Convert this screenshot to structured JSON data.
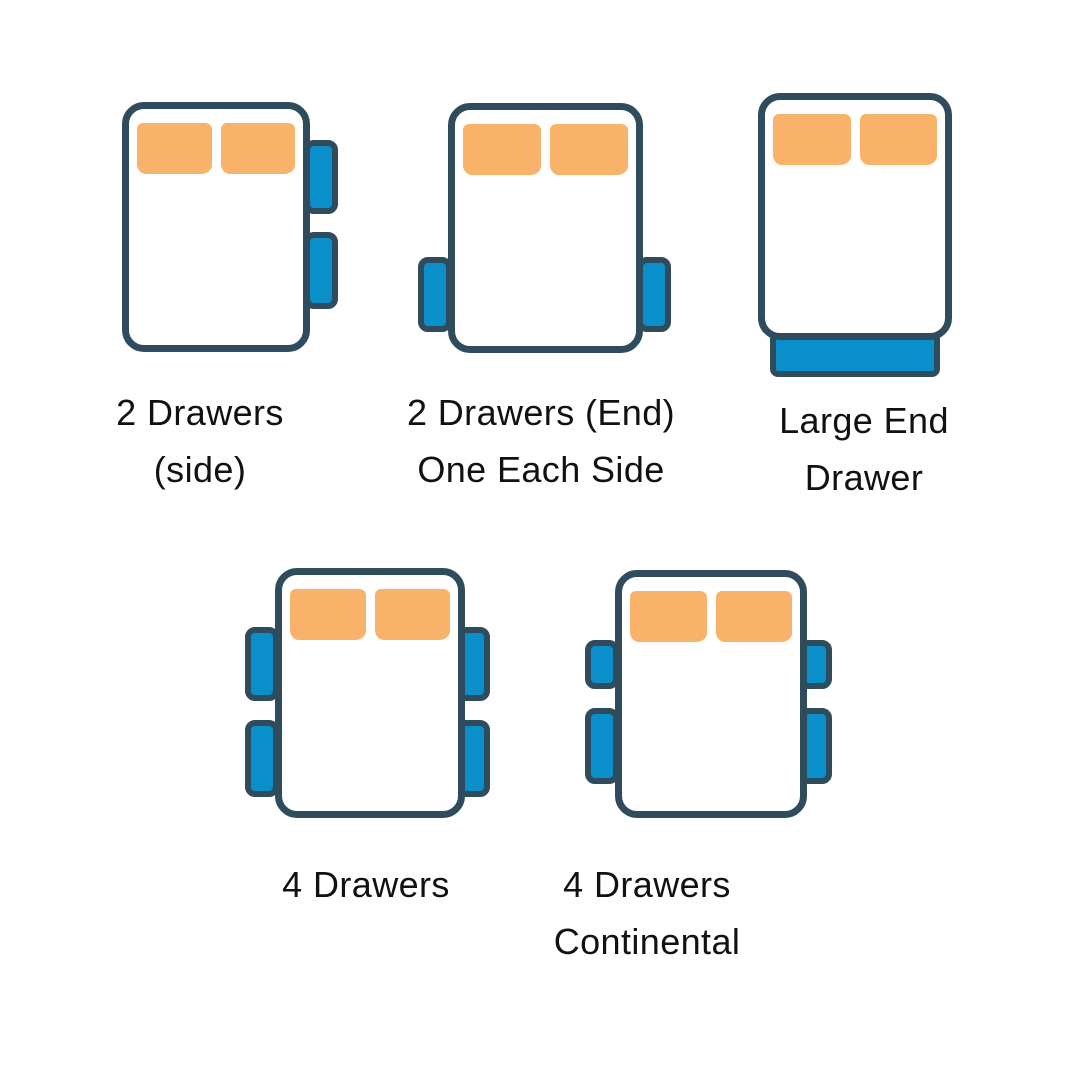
{
  "colors": {
    "outline": "#2f4c5c",
    "drawer": "#0b8fca",
    "pillow": "#f9b269",
    "text": "#111111"
  },
  "figures": [
    {
      "name": "2-drawers-side",
      "label_line1": "2 Drawers",
      "label_line2": "(side)",
      "drawer_count": 2,
      "pillow_count": 2,
      "drawer_placement": "two drawers on right side"
    },
    {
      "name": "2-drawers-end-one-each-side",
      "label_line1": "2 Drawers (End)",
      "label_line2": "One Each Side",
      "drawer_count": 2,
      "pillow_count": 2,
      "drawer_placement": "one drawer each side near foot end"
    },
    {
      "name": "large-end-drawer",
      "label_line1": "Large End",
      "label_line2": "Drawer",
      "drawer_count": 1,
      "pillow_count": 2,
      "drawer_placement": "one large drawer across foot end"
    },
    {
      "name": "4-drawers",
      "label_line1": "4 Drawers",
      "label_line2": "",
      "drawer_count": 4,
      "pillow_count": 2,
      "drawer_placement": "two equal drawers each side"
    },
    {
      "name": "4-drawers-continental",
      "label_line1": "4 Drawers",
      "label_line2": "Continental",
      "drawer_count": 4,
      "pillow_count": 2,
      "drawer_placement": "shorter upper drawer and longer lower drawer each side"
    }
  ]
}
